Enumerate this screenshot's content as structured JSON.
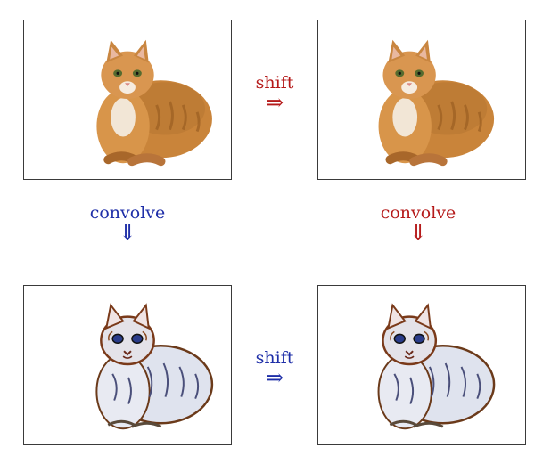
{
  "operations": {
    "shift_top": {
      "label": "shift",
      "arrow": "⇒",
      "color": "#b51a1a"
    },
    "convolve_left": {
      "label": "convolve",
      "arrow": "⇓",
      "color": "#1f2fa8"
    },
    "convolve_right": {
      "label": "convolve",
      "arrow": "⇓",
      "color": "#b51a1a"
    },
    "shift_bottom": {
      "label": "shift",
      "arrow": "⇒",
      "color": "#1f2fa8"
    }
  },
  "panels": {
    "top_left": {
      "image": "cat-photo"
    },
    "top_right": {
      "image": "cat-photo-shifted"
    },
    "bottom_left": {
      "image": "cat-convolved"
    },
    "bottom_right": {
      "image": "cat-convolved-shifted"
    }
  },
  "colors": {
    "red": "#b51a1a",
    "blue": "#1f2fa8",
    "cat_fur": "#d08a3c",
    "frame": "#3a3a3a"
  }
}
